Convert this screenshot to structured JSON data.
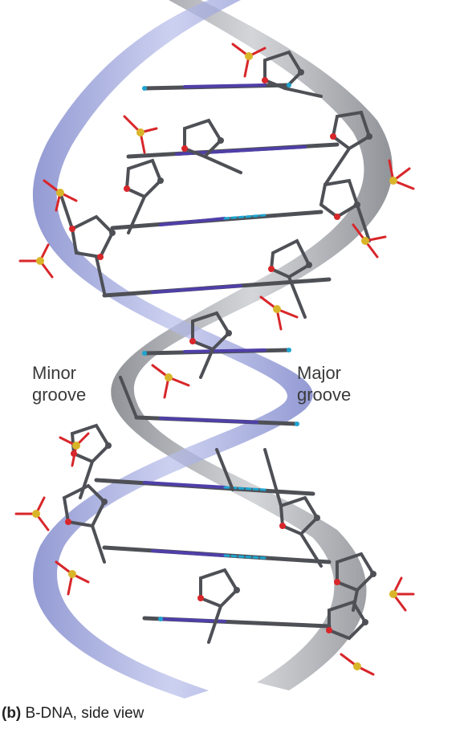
{
  "labels": {
    "minor_line1": "Minor",
    "minor_line2": "groove",
    "major_line1": "Major",
    "major_line2": "groove"
  },
  "caption": {
    "part": "(b)",
    "text": " B-DNA, side view"
  },
  "colors": {
    "blue_ribbon": "#8c95d6",
    "gray_ribbon": "#9a9da3",
    "backbone_carbon": "#4e5056",
    "oxygen": "#d8262a",
    "phosphorus": "#d9b52a",
    "base_nitrogen": "#4f3fa8",
    "hydrogen_bond": "#1ea4d0"
  }
}
